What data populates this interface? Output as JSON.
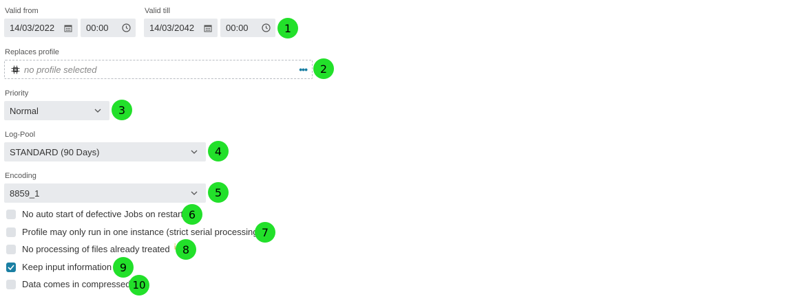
{
  "valid_from": {
    "label": "Valid from",
    "date": "14/03/2022",
    "time": "00:00"
  },
  "valid_till": {
    "label": "Valid till",
    "date": "14/03/2042",
    "time": "00:00"
  },
  "replaces_profile": {
    "label": "Replaces profile",
    "placeholder": "no profile selected"
  },
  "priority": {
    "label": "Priority",
    "value": "Normal"
  },
  "log_pool": {
    "label": "Log-Pool",
    "value": "STANDARD (90 Days)"
  },
  "encoding": {
    "label": "Encoding",
    "value": "8859_1"
  },
  "options": [
    {
      "label": "No auto start of defective Jobs on restart",
      "checked": false
    },
    {
      "label": "Profile may only run in one instance (strict serial processing)",
      "checked": false
    },
    {
      "label": "No processing of files already treated",
      "checked": false
    },
    {
      "label": "Keep input information",
      "checked": true
    },
    {
      "label": "Data comes in compressed",
      "checked": false
    }
  ],
  "badges": [
    "1",
    "2",
    "3",
    "4",
    "5",
    "6",
    "7",
    "8",
    "9",
    "10"
  ],
  "colors": {
    "badge": "#22e02a",
    "accent": "#1a7fa3",
    "field_bg": "#e8eaed"
  }
}
